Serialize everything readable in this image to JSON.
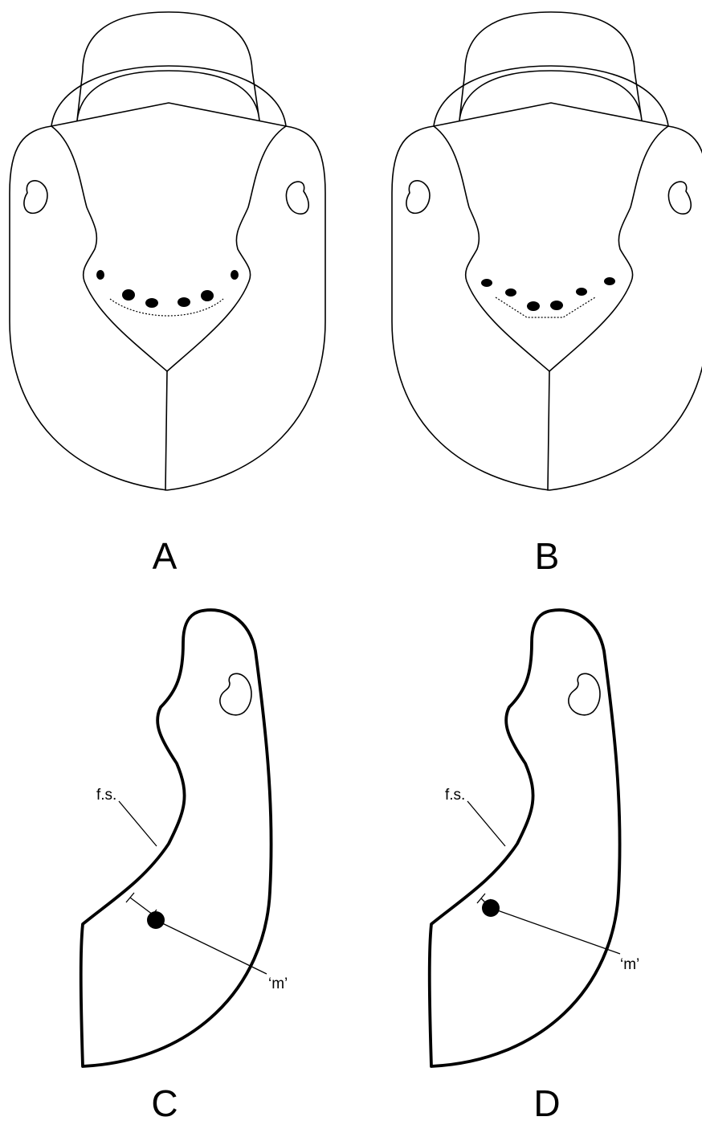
{
  "panels": [
    {
      "id": "A",
      "label": "A",
      "view": "dorsal head"
    },
    {
      "id": "B",
      "label": "B",
      "view": "dorsal head"
    },
    {
      "id": "C",
      "label": "C",
      "view": "lateral head"
    },
    {
      "id": "D",
      "label": "D",
      "view": "lateral head"
    }
  ],
  "annotations": {
    "frontal_suture": "f.s.",
    "m_marker": "‘m’"
  }
}
